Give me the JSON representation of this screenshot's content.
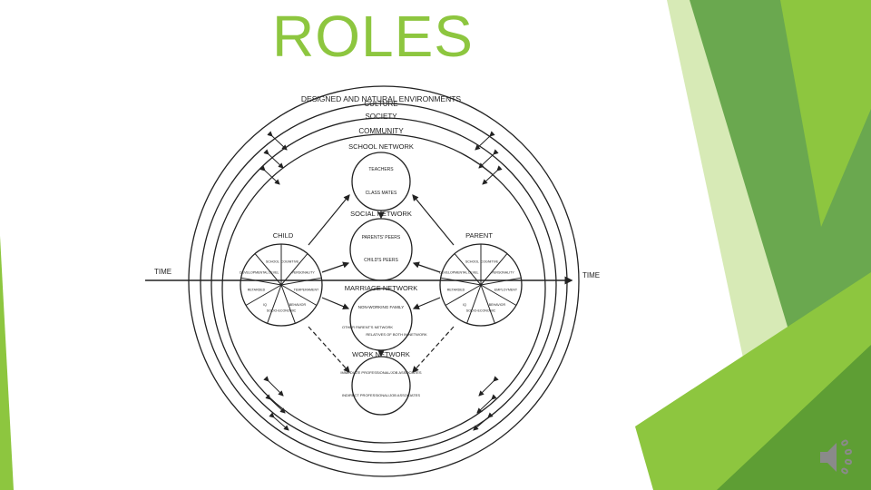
{
  "slide": {
    "title": "ROLES"
  },
  "diagram": {
    "rings": [
      "DESIGNED AND NATURAL ENVIRONMENTS",
      "CULTURE",
      "SOCIETY",
      "COMMUNITY"
    ],
    "time_left": "TIME",
    "time_right": "TIME",
    "networks": {
      "school": {
        "label": "SCHOOL NETWORK",
        "items": [
          "TEACHERS",
          "CLASS MATES"
        ]
      },
      "social": {
        "label": "SOCIAL NETWORK",
        "items": [
          "PARENTS' PEERS",
          "CHILD'S PEERS"
        ]
      },
      "marriage": {
        "label": "MARRIAGE NETWORK",
        "items": [
          "NON-WORKING FAMILY",
          "OTHER PARENT'S NETWORK",
          "RELATIVES OF BOTH IN NETWORK"
        ]
      },
      "work": {
        "label": "WORK NETWORK",
        "items": [
          "IMMEDIATE PROFESSIONAL/JOB ASSOCIATES",
          "INDIRECT PROFESSIONAL/JOB ASSOCIATES"
        ]
      }
    },
    "child": {
      "label": "CHILD",
      "segments": [
        "COGNITIVE",
        "PERSONALITY",
        "TEMPERAMENT",
        "BEHAVIOR",
        "SOCIO-ECONOMIC",
        "IQ",
        "RETARDED",
        "DEVELOPMENTAL LEVEL",
        "SCHOOL"
      ]
    },
    "parent": {
      "label": "PARENT",
      "segments": [
        "COGNITIVE",
        "PERSONALITY",
        "EMPLOYMENT",
        "BEHAVIOR",
        "SOCIO-ECONOMIC",
        "IQ",
        "RETARDED",
        "DEVELOPMENTAL LEVEL",
        "SCHOOL"
      ]
    }
  },
  "colors": {
    "title": "#8dc63f",
    "green_light": "#b7d97a",
    "green_mid": "#8dc63f",
    "green_dark": "#5e9e34",
    "speaker": "#8a8a8a"
  },
  "icons": {
    "audio": "speaker-icon"
  }
}
